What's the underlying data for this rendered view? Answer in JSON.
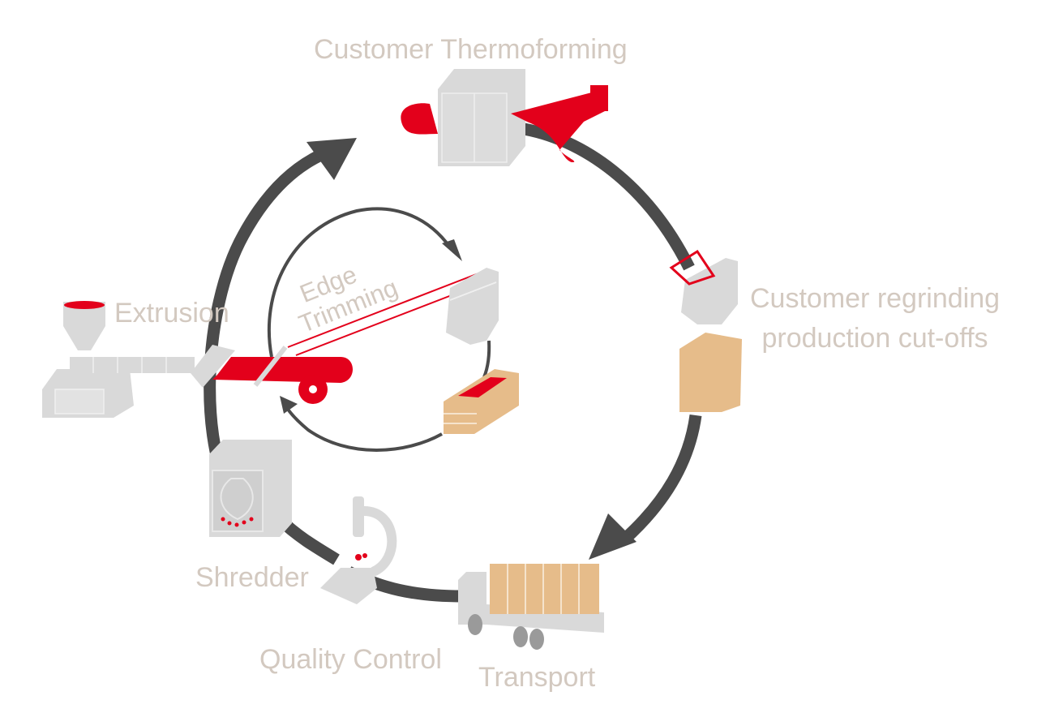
{
  "diagram": {
    "title": "Recycling loop of thermoformed sheet production",
    "colors": {
      "label": "#d3c9c0",
      "arrow": "#4b4b4b",
      "machine": "#d9d9d9",
      "machine_line": "#eeeeee",
      "material": "#e3001b",
      "cardboard": "#e6bc8a",
      "background": "#ffffff"
    },
    "stages": {
      "thermoforming": {
        "label": "Customer Thermoforming",
        "icon": "thermoforming-machine-icon"
      },
      "regrinding": {
        "label_lines": [
          "Customer regrinding",
          "production cut-offs"
        ],
        "icon": "granulator-icon"
      },
      "transport": {
        "label": "Transport",
        "icon": "truck-icon"
      },
      "quality": {
        "label": "Quality Control",
        "icon": "microscope-icon"
      },
      "shredder": {
        "label": "Shredder",
        "icon": "shredder-icon"
      },
      "extrusion": {
        "label": "Extrusion",
        "icon": "extruder-icon"
      },
      "edge_trimming": {
        "label_lines": [
          "Edge",
          "Trimming"
        ],
        "icon": "edge-trim-icon"
      }
    },
    "flow": {
      "outer_loop": [
        "Extrusion",
        "Customer Thermoforming",
        "Customer regrinding production cut-offs",
        "Transport",
        "Quality Control",
        "Shredder",
        "Extrusion"
      ],
      "inner_loop": [
        "Extrusion",
        "Edge Trimming",
        "Extrusion"
      ]
    }
  }
}
